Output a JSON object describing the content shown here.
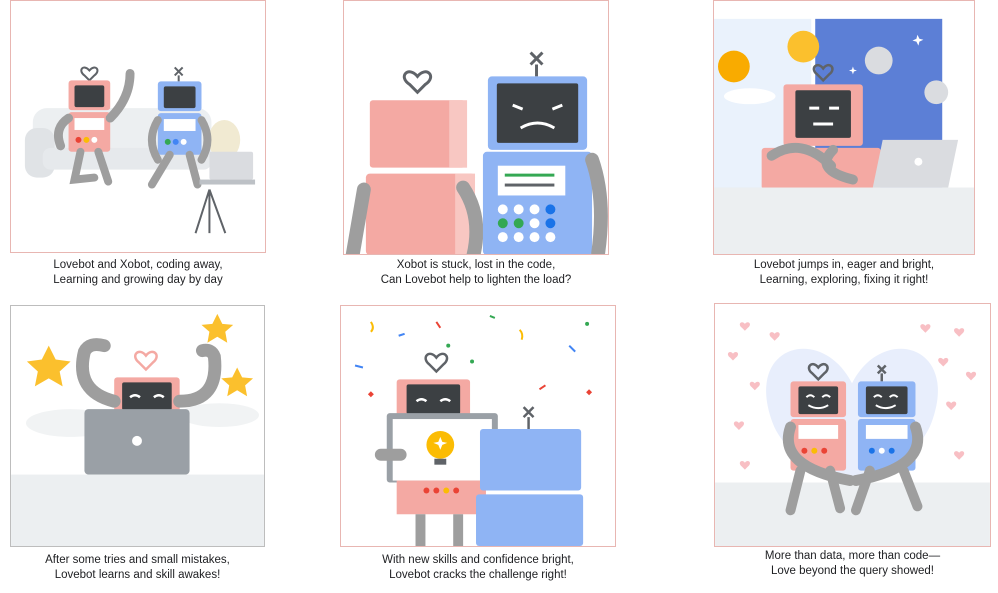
{
  "panels": [
    {
      "line1": "Lovebot and Xobot, coding away,",
      "line2": "Learning and growing day by day"
    },
    {
      "line1": "Xobot is stuck, lost in the code,",
      "line2": "Can Lovebot help to lighten the load?"
    },
    {
      "line1": "Lovebot jumps in, eager and bright,",
      "line2": "Learning, exploring, fixing it right!"
    },
    {
      "line1": "After some tries and small mistakes,",
      "line2": "Lovebot learns and skill awakes!"
    },
    {
      "line1": "With new skills and confidence bright,",
      "line2": "Lovebot cracks the challenge right!"
    },
    {
      "line1": "More than data, more than code—",
      "line2": "Love beyond the query showed!"
    }
  ],
  "colors": {
    "lovebot_pink": "#f4a9a3",
    "xobot_blue": "#8fb4f4",
    "arm_gray": "#9e9e9e",
    "screen_dark": "#3c4043",
    "panel_border": "#e8b6b2",
    "star_yellow": "#fbc02d",
    "heart_pink": "#f8bfc4"
  }
}
